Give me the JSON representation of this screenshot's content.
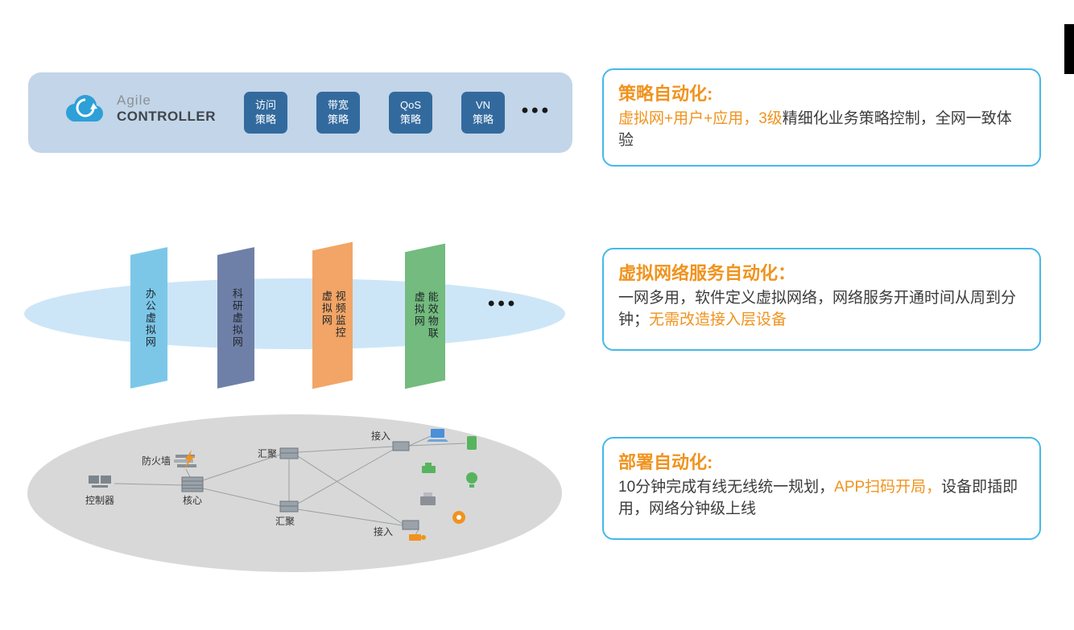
{
  "banner": {
    "logo": {
      "top": "Agile",
      "bottom": "CONTROLLER"
    },
    "policies": [
      {
        "line1": "访问",
        "line2": "策略"
      },
      {
        "line1": "带宽",
        "line2": "策略"
      },
      {
        "line1": "QoS",
        "line2": "策略"
      },
      {
        "line1": "VN",
        "line2": "策略"
      }
    ],
    "ellipsis": "•••"
  },
  "virtual_network_layer": {
    "panels": [
      {
        "label": "办公虚拟网",
        "color": "#7cc7e8"
      },
      {
        "label": "科研虚拟网",
        "color": "#6f80a8"
      },
      {
        "label": "视频监控虚拟网",
        "color": "#f2a566"
      },
      {
        "label": "能效物联虚拟网",
        "color": "#73bb7e"
      }
    ],
    "ellipsis": "•••"
  },
  "physical_network": {
    "labels": {
      "controller": "控制器",
      "firewall": "防火墙",
      "core": "核心",
      "agg_top": "汇聚",
      "agg_bottom": "汇聚",
      "access_top": "接入",
      "access_bottom": "接入"
    }
  },
  "callouts": [
    {
      "title": "策略自动化:",
      "segments": [
        {
          "text": "虚拟网+用户+应用，3级",
          "emphasis": true
        },
        {
          "text": "精细化业务策略控制，全网一致体验",
          "emphasis": false
        }
      ]
    },
    {
      "title": "虚拟网络服务自动化：",
      "segments": [
        {
          "text": "一网多用，软件定义虚拟网络，网络服务开通时间从周到分钟；",
          "emphasis": false
        },
        {
          "text": "无需改造接入层设备",
          "emphasis": true
        }
      ]
    },
    {
      "title": "部署自动化:",
      "segments": [
        {
          "text": "10分钟完成有线无线统一规划，",
          "emphasis": false
        },
        {
          "text": "APP扫码开局，",
          "emphasis": true
        },
        {
          "text": "设备即插即用，网络分钟级上线",
          "emphasis": false
        }
      ]
    }
  ],
  "colors": {
    "accent_orange": "#f0931e",
    "callout_border": "#45b9e9",
    "body_text": "#3c3c3c",
    "banner_bg": "#c3d5e8",
    "chip_blue": "#336a9e",
    "vn_ellipse": "#cde6f7",
    "physical_ellipse": "#d8d8d8",
    "panel_colors": [
      "#7cc7e8",
      "#6f80a8",
      "#f2a566",
      "#73bb7e"
    ]
  }
}
